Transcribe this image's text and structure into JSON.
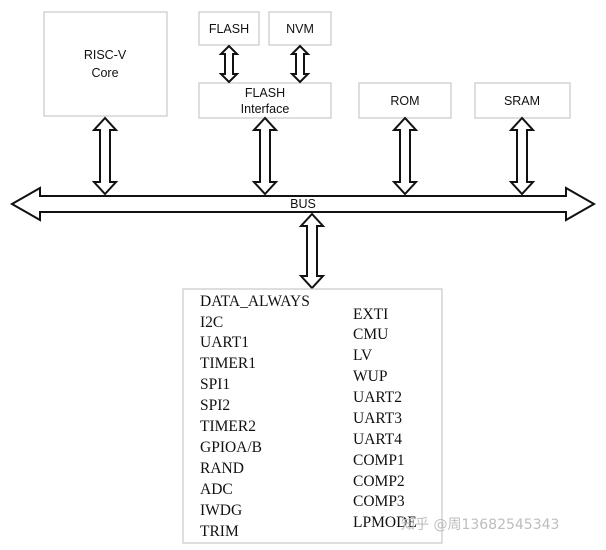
{
  "blocks": {
    "riscv_core": [
      "RISC-V",
      "Core"
    ],
    "flash": "FLASH",
    "nvm": "NVM",
    "flash_interface": [
      "FLASH",
      "Interface"
    ],
    "rom": "ROM",
    "sram": "SRAM"
  },
  "bus_label": "BUS",
  "peripherals": {
    "left_column": [
      "DATA_ALWAYS",
      "I2C",
      "UART1",
      "TIMER1",
      "SPI1",
      "SPI2",
      "TIMER2",
      "GPIOA/B",
      "RAND",
      "ADC",
      "IWDG",
      "TRIM"
    ],
    "right_column": [
      "EXTI",
      "CMU",
      "LV",
      "WUP",
      "UART2",
      "UART3",
      "UART4",
      "COMP1",
      "COMP2",
      "COMP3",
      "LPMODE"
    ]
  },
  "watermark": "知乎 @周13682545343"
}
